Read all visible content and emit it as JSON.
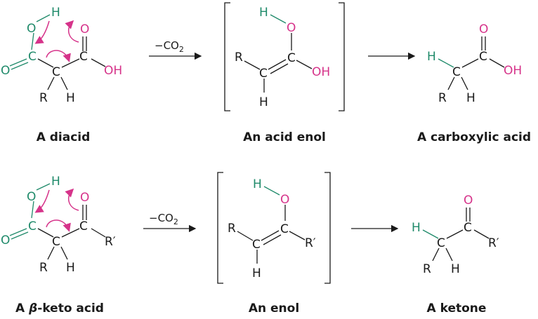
{
  "reagent": {
    "minus": "−CO",
    "sub": "2"
  },
  "atoms": {
    "O": "O",
    "H": "H",
    "C": "C",
    "R": "R",
    "Rp": "R′",
    "OH": "OH"
  },
  "captions": {
    "diacid": "A diacid",
    "acid_enol": "An acid enol",
    "carboxylic_acid": "A carboxylic acid",
    "keto_acid_pre": "A ",
    "keto_acid_beta": "β",
    "keto_acid_post": "-keto acid",
    "enol": "An enol",
    "ketone": "A ketone"
  },
  "colors": {
    "green": "#1f8a6a",
    "pink": "#d6338a",
    "black": "#1a1a1a"
  }
}
